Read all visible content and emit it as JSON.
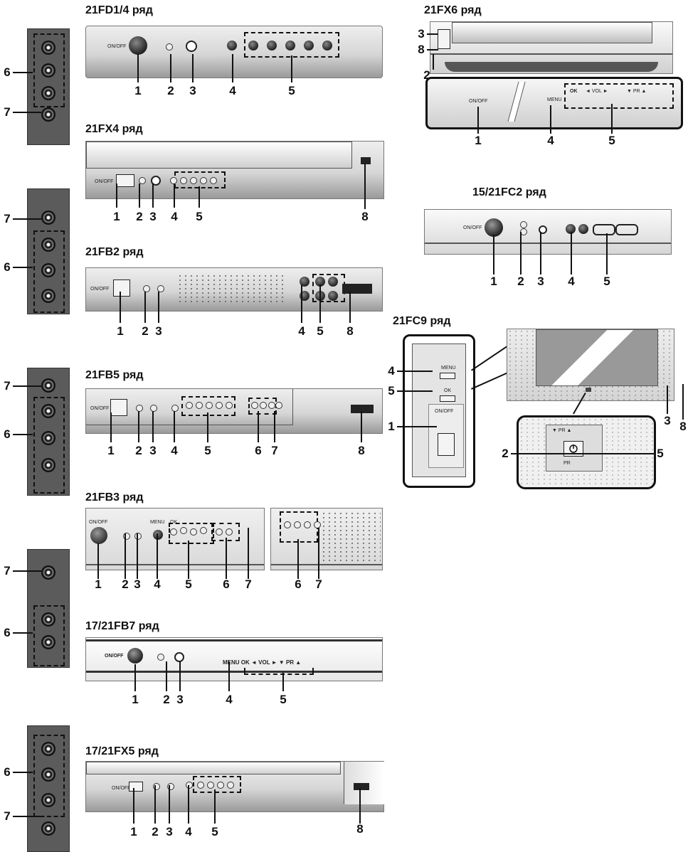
{
  "sections": {
    "fd1": "21FD1/4 ряд",
    "fx4": "21FX4 ряд",
    "fb2": "21FB2 ряд",
    "fb5": "21FB5 ряд",
    "fb3": "21FB3 ряд",
    "fb7": "17/21FB7 ряд",
    "fx5": "17/21FX5 ряд",
    "fx6": "21FX6 ряд",
    "fc2": "15/21FC2 ряд",
    "fc9": "21FC9 ряд"
  },
  "panel_labels": {
    "on_off": "ON/OFF",
    "on_off_alt": "ON/OFF",
    "menu": "MENU",
    "ok": "OK",
    "vol": "◄ VOL ►",
    "pr": "▼ PR ▲",
    "pr_short": "PR",
    "menu_ok_vol_pr": "MENU  OK  ◄ VOL ►  ▼ PR ▲"
  },
  "callouts": [
    "1",
    "2",
    "3",
    "4",
    "5",
    "6",
    "7",
    "8"
  ],
  "icons": [
    "power-icon",
    "av-jack-icon"
  ]
}
